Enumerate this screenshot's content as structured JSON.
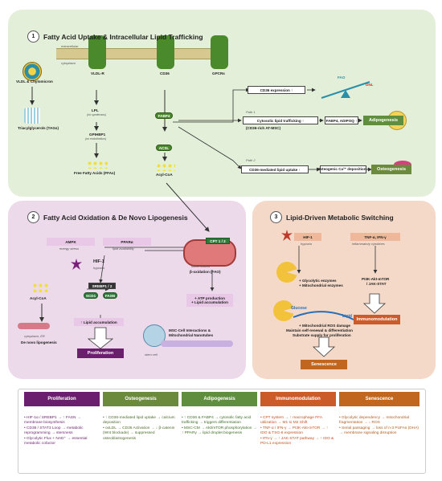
{
  "panel1": {
    "number": "1",
    "title": "Fatty Acid Uptake & Intracellular Lipid Trafficking",
    "extracellular": "extracellular",
    "cytoplasm": "cytoplasm",
    "vldl": "VLDL & Chylomicron",
    "tags": "Triacylglycerols (TAGs)",
    "vldlr": "VLDL-R",
    "cd36": "CD36",
    "gpcrs": "GPCRs",
    "lpl": "LPL",
    "lpl_sub": "(on syndecans)",
    "gpihbp1": "GPIHBP1",
    "gpihbp1_sub": "(on endothelium)",
    "fabp4": "FABP4",
    "acsl": "ACSL",
    "ffas": "Free Fatty Acids (FFAs)",
    "acylcoa": "Acyl-CoA",
    "cd36_expr": "CD36 expression ↑",
    "fao": "FAO",
    "dnl": "DNL",
    "path1": "Path 1",
    "path1_box1": "Cytosolic lipid trafficking ↑",
    "path1_box1_sub": "(CD36-rich AT-MSC)",
    "path1_box2": "FABP4, ADIPOQ ↑",
    "adipogenesis": "Adipogenesis",
    "path2": "Path 2",
    "path2_box1": "CD36-mediated lipid uptake ↑",
    "path2_box2": "Osteogenic Ca²⁺ deposition ↑",
    "osteogenesis": "Osteogenesis"
  },
  "panel2": {
    "number": "2",
    "title": "Fatty Acid Oxidation & De Novo Lipogenesis",
    "ampk": "AMPK",
    "ampk_sub": "energy stress",
    "ppara": "PPARα",
    "ppara_sub": "lipid availability",
    "hif1": "HIF-1",
    "hif1_sub": "hypoxia",
    "acylcoa": "Acyl-CoA",
    "cyto_er": "cytoplasm, ER",
    "dnl": "De novo lipogenesis",
    "srebp": "SREBP1 / 2",
    "scd1": "SCD1",
    "fasn": "FASN",
    "lipid_acc": "↑ Lipid accumulation",
    "proliferation": "Proliferation",
    "cpt": "CPT 1 / 2",
    "mito": "mitochondria",
    "bfao": "β-oxidation (FAO)",
    "atp1": "+ ATP production",
    "atp2": "+ Lipid accumulation",
    "msc1": "MSC-Cell Interactions &",
    "msc2": "Mitochondrial Nanotubes",
    "stem": "stem cell"
  },
  "panel3": {
    "number": "3",
    "title": "Lipid-Driven Metabolic Switching",
    "hif1": "HIF-1",
    "hif1_sub": "hypoxia",
    "tnf": "TNF-α, IFN-γ",
    "tnf_sub": "inflammatory cytokines",
    "glyco1": "+ Glycolytic enzymes",
    "glyco2": "+ Mitochondrial enzymes",
    "pi3k1": "PI3K-Akt-mTOR",
    "pi3k2": "/ JAK-STAT",
    "glucose": "Glucose",
    "lipid": "Lipid",
    "immunomod": "Immunomodulation",
    "ros1": "+ Mitochondrial ROS damage",
    "ros2": "Maintain self-renewal & differentiation",
    "ros3": "Substrate supply for proliferation",
    "senescence": "Senescence"
  },
  "table": {
    "headers": [
      {
        "label": "Proliferation",
        "color": "#6b1e6e"
      },
      {
        "label": "Osteogenesis",
        "color": "#6b8a3c"
      },
      {
        "label": "Adipogenesis",
        "color": "#5f8f3e"
      },
      {
        "label": "Immunomodulation",
        "color": "#cc5b2a"
      },
      {
        "label": "Senescence",
        "color": "#c0661e"
      }
    ],
    "columns": [
      {
        "color": "#6b1e6e",
        "items": [
          "• HIF-1α / SREBP1 → ↑ FASN → membrane biosynthesis",
          "• CD36 / STAT3 Loop → metabolic reprogramming → stemness",
          "• Glycolytic Flux + NAD⁺ → essential metabolic cofactor"
        ]
      },
      {
        "color": "#4d6b2a",
        "items": [
          "• ↑ CD36-mediated lipid uptake → calcium deposition",
          "• oxLDL → CD36 Activation → ↓ β-catenin (Wnt blockade) → suppressed osteoblastogenesis"
        ]
      },
      {
        "color": "#3f6f25",
        "items": [
          "• ↑ CD36 & FABP4 → cytosolic fatty acid trafficking → triggers differentiation",
          "• MSC-CM → Akt/mTOR phosphorylation → ↑ PPARγ → lipid droplet biogenesis"
        ]
      },
      {
        "color": "#c4501e",
        "items": [
          "• CPT system → ↑ macrophage FFA utilization → M1 to M2 Shift",
          "• TNF-α / IFN-γ → PI3K-Akt-mTOR → ↑ IDO & TSG-6 expression",
          "• IFN-γ → ↑ JAK-STAT pathway → ↑ IDO & PD-L1 expression"
        ]
      },
      {
        "color": "#b35a1a",
        "items": [
          "• Glycolytic dependency → mitochondrial fragmentation → ↓ ROS",
          "• Serial passaging → loss of n-3 PUFAs (DHA) → membrane signaling disruption"
        ]
      }
    ]
  }
}
